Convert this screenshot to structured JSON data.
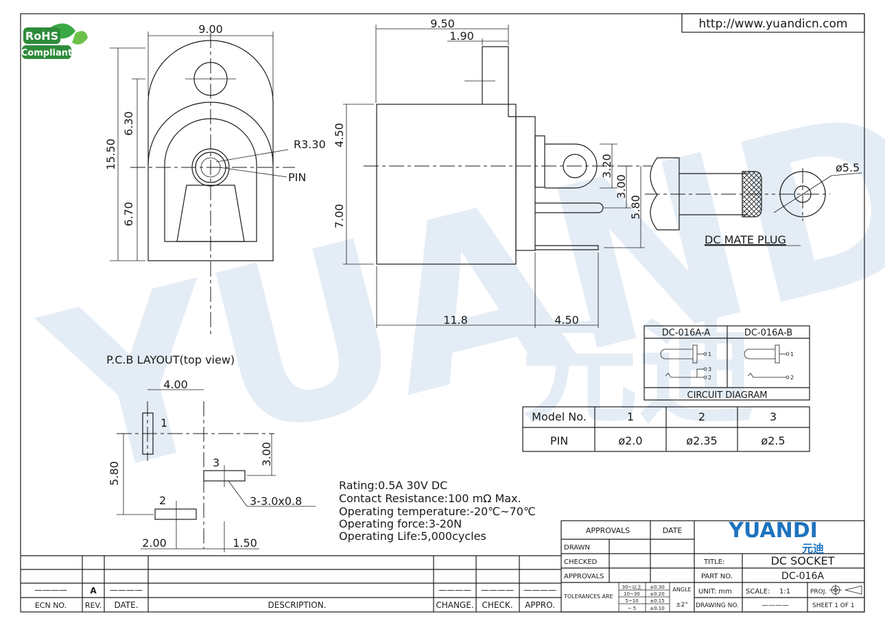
{
  "url": "http://www.yuandicn.com",
  "rohs": {
    "line1": "RoHS",
    "line2": "Compliant"
  },
  "watermark": {
    "latin": "YUANDI",
    "cjk": "元迪"
  },
  "dims": {
    "front_width": "9.00",
    "front_height": "15.50",
    "upper": "6.30",
    "lower": "6.70",
    "radius": "R3.30",
    "pin": "PIN",
    "side_width": "9.50",
    "tab": "1.90",
    "side_upper": "4.50",
    "side_lower": "7.00",
    "length": "11.8",
    "pin_len": "4.50",
    "d320": "3.20",
    "d300": "3.00",
    "d580": "5.80",
    "plug_dia": "ø5.5",
    "mate_plug": "DC MATE PLUG"
  },
  "pcb": {
    "title": "P.C.B LAYOUT(top view)",
    "w400": "4.00",
    "h580": "5.80",
    "h300": "3.00",
    "w200": "2.00",
    "w150": "1.50",
    "pad1": "1",
    "pad2": "2",
    "pad3": "3",
    "slot": "3-3.0x0.8"
  },
  "circuit": {
    "col_a": "DC-016A-A",
    "col_b": "DC-016A-B",
    "caption": "CIRCUIT DIAGRAM",
    "p1": "1",
    "p2": "2",
    "p3": "3"
  },
  "model_table": {
    "headers": [
      "Model No.",
      "1",
      "2",
      "3"
    ],
    "row": [
      "PIN",
      "ø2.0",
      "ø2.35",
      "ø2.5"
    ]
  },
  "specs": [
    "Rating:0.5A 30V DC",
    "Contact Resistance:100 mΩ Max.",
    "Operating temperature:-20℃~70℃",
    "Operating force:3-20N",
    "Operating Life:5,000cycles"
  ],
  "title_block": {
    "approvals": "APPROVALS",
    "date": "DATE",
    "drawn": "DRAWN",
    "checked": "CHECKED",
    "approvals2": "APPROVALS",
    "tolerances": "TOLERANCES ARE",
    "tol_ranges": [
      "30~以上",
      "10~30",
      "5~10",
      "~ 5"
    ],
    "tol_values": [
      "±0.30",
      "±0.20",
      "±0.15",
      "±0.10"
    ],
    "angle": "ANGLE",
    "angle_val": "±2°",
    "brand": "YUANDI",
    "brand_cjk": "元迪",
    "title_label": "TITLE:",
    "title_value": "DC SOCKET",
    "part_label": "PART NO.",
    "part_value": "DC-016A",
    "unit": "UNIT: mm",
    "scale_label": "SCALE:",
    "scale_value": "1:1",
    "proj": "PROJ.",
    "drawing_no": "DRAWING NO.",
    "drawing_no_value": "————",
    "sheet": "SHEET 1 OF 1"
  },
  "rev_block": {
    "ecn": "ECN NO.",
    "rev": "REV.",
    "date": "DATE.",
    "desc": "DESCRIPTION.",
    "change": "CHANGE.",
    "check": "CHECK.",
    "appro": "APPRO.",
    "rev_val": "A",
    "dash": "————"
  },
  "colors": {
    "watermark": "#cfe0ee",
    "brand": "#1e73be",
    "rohs": "#2e8b3a"
  }
}
